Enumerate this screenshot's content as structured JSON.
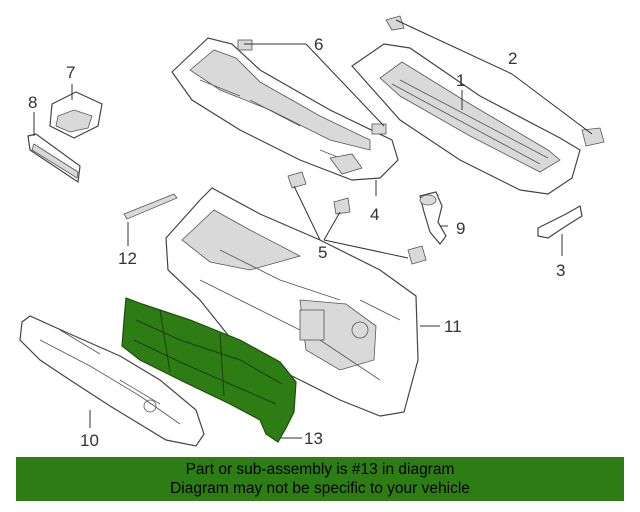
{
  "diagram": {
    "highlight_color": "#2e7d14",
    "callouts": {
      "c1": "1",
      "c2": "2",
      "c3": "3",
      "c4": "4",
      "c5": "5",
      "c6": "6",
      "c7": "7",
      "c8": "8",
      "c9": "9",
      "c10": "10",
      "c11": "11",
      "c12": "12",
      "c13": "13"
    }
  },
  "banner": {
    "line1": "Part or sub-assembly is #13 in diagram",
    "line2": "Diagram may not be specific to your vehicle"
  }
}
